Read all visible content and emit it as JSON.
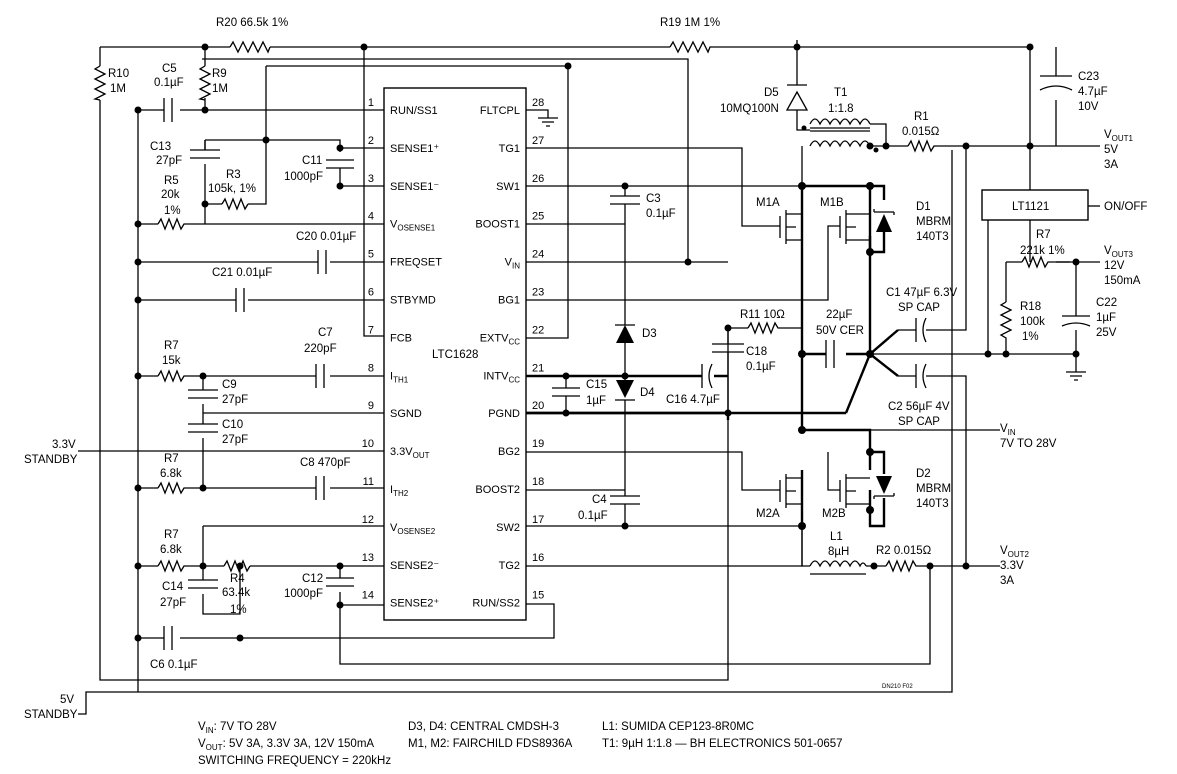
{
  "ic": {
    "name": "LTC1628",
    "left_pins": [
      {
        "num": "1",
        "name": "RUN/SS1"
      },
      {
        "num": "2",
        "name": "SENSE1⁺"
      },
      {
        "num": "3",
        "name": "SENSE1⁻"
      },
      {
        "num": "4",
        "name": "VOSENSE1"
      },
      {
        "num": "5",
        "name": "FREQSET"
      },
      {
        "num": "6",
        "name": "STBYMD"
      },
      {
        "num": "7",
        "name": "FCB"
      },
      {
        "num": "8",
        "name": "ITH1"
      },
      {
        "num": "9",
        "name": "SGND"
      },
      {
        "num": "10",
        "name": "3.3VOUT"
      },
      {
        "num": "11",
        "name": "ITH2"
      },
      {
        "num": "12",
        "name": "VOSENSE2"
      },
      {
        "num": "13",
        "name": "SENSE2⁻"
      },
      {
        "num": "14",
        "name": "SENSE2⁺"
      }
    ],
    "right_pins": [
      {
        "num": "28",
        "name": "FLTCPL"
      },
      {
        "num": "27",
        "name": "TG1"
      },
      {
        "num": "26",
        "name": "SW1"
      },
      {
        "num": "25",
        "name": "BOOST1"
      },
      {
        "num": "24",
        "name": "VIN"
      },
      {
        "num": "23",
        "name": "BG1"
      },
      {
        "num": "22",
        "name": "EXTVCC"
      },
      {
        "num": "21",
        "name": "INTVCC"
      },
      {
        "num": "20",
        "name": "PGND"
      },
      {
        "num": "19",
        "name": "BG2"
      },
      {
        "num": "18",
        "name": "BOOST2"
      },
      {
        "num": "17",
        "name": "SW2"
      },
      {
        "num": "16",
        "name": "TG2"
      },
      {
        "num": "15",
        "name": "RUN/SS2"
      }
    ]
  },
  "components": {
    "r20": "R20 66.5k 1%",
    "r19": "R19 1M 1%",
    "r10": [
      "R10",
      "1M"
    ],
    "c5": [
      "C5",
      "0.1µF"
    ],
    "r9": [
      "R9",
      "1M"
    ],
    "c13": [
      "C13",
      "27pF"
    ],
    "r5": [
      "R5",
      "20k",
      "1%"
    ],
    "r3": [
      "R3",
      "105k, 1%"
    ],
    "c11": [
      "C11",
      "1000pF"
    ],
    "c20": "C20 0.01µF",
    "c21": "C21 0.01µF",
    "r7a": [
      "R7",
      "15k"
    ],
    "c7": [
      "C7",
      "220pF"
    ],
    "c9": [
      "C9",
      "27pF"
    ],
    "c10": [
      "C10",
      "27pF"
    ],
    "r7b": [
      "R7",
      "6.8k"
    ],
    "c8": "C8 470pF",
    "r7c": [
      "R7",
      "6.8k"
    ],
    "r4": [
      "R4",
      "63.4k",
      "1%"
    ],
    "c14": [
      "C14",
      "27pF"
    ],
    "c12": [
      "C12",
      "1000pF"
    ],
    "c6": "C6 0.1µF",
    "d5": [
      "D5",
      "10MQ100N"
    ],
    "t1": [
      "T1",
      "1:1.8"
    ],
    "r1": [
      "R1",
      "0.015Ω"
    ],
    "c23": [
      "C23",
      "4.7µF",
      "10V"
    ],
    "c3": [
      "C3",
      "0.1µF"
    ],
    "m1a": "M1A",
    "m1b": "M1B",
    "d1": [
      "D1",
      "MBRM",
      "140T3"
    ],
    "lt1121": "LT1121",
    "onoff": "ON/OFF",
    "r7d": [
      "R7",
      "221k 1%"
    ],
    "r18": [
      "R18",
      "100k",
      "1%"
    ],
    "c22": [
      "C22",
      "1µF",
      "25V"
    ],
    "d3": "D3",
    "d4": "D4",
    "r11": "R11 10Ω",
    "c18": [
      "C18",
      "0.1µF"
    ],
    "c_22u": [
      "22µF",
      "50V CER"
    ],
    "c1": [
      "C1 47µF 6.3V",
      "SP CAP"
    ],
    "c2": [
      "C2 56µF 4V",
      "SP CAP"
    ],
    "c15": [
      "C15",
      "1µF"
    ],
    "c16": "C16 4.7µF",
    "c4": [
      "C4",
      "0.1µF"
    ],
    "d2": [
      "D2",
      "MBRM",
      "140T3"
    ],
    "m2a": "M2A",
    "m2b": "M2B",
    "l1": [
      "L1",
      "8µH"
    ],
    "r2": "R2 0.015Ω"
  },
  "io": {
    "vout1": [
      "VOUT1",
      "5V",
      "3A"
    ],
    "vout3": [
      "VOUT3",
      "12V",
      "150mA"
    ],
    "vin": [
      "VIN",
      "7V TO 28V"
    ],
    "vout2": [
      "VOUT2",
      "3.3V",
      "3A"
    ],
    "standby33": [
      "3.3V",
      "STANDBY"
    ],
    "standby5": [
      "5V",
      "STANDBY"
    ]
  },
  "figure_id": "DN210 F02",
  "notes": {
    "col1": [
      "VIN: 7V TO 28V",
      "VOUT: 5V 3A, 3.3V 3A, 12V 150mA",
      "SWITCHING FREQUENCY = 220kHz"
    ],
    "col2": [
      "D3, D4: CENTRAL CMDSH-3",
      "M1, M2: FAIRCHILD FDS8936A"
    ],
    "col3": [
      "L1: SUMIDA CEP123-8R0MC",
      "T1: 9µH 1:1.8 — BH ELECTRONICS 501-0657"
    ]
  }
}
